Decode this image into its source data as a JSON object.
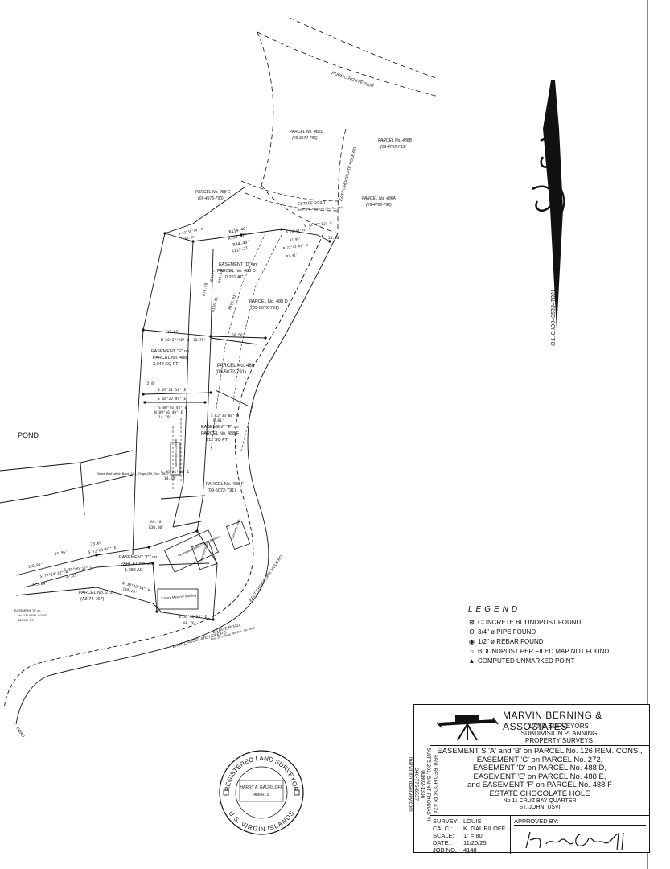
{
  "plat": {
    "road_labels": {
      "public_route": "PUBLIC ROUTE #104",
      "east_chocolate_hole_rd_top": "EAST CHOCOLATE HOLE RD.",
      "east_chocolate_hole_rd_mid": "EAST CHOCOLATE HOLE RD.",
      "east_chocolate_hole_rd_bottom": "EAST CHOCOLATE HOLE RD.",
      "estate_road_top": "ESTATE ROAD",
      "estate_road_top_ref": "Book 11-1, Page 289, Doc. No. 4843",
      "estate_road_bottom": "ESTATE ROAD",
      "estate_road_bottom_ref": "Book 11-1, Page 289, Doc. No. 4843",
      "road_left": "ROAD",
      "pond": "POND"
    },
    "parcels": [
      {
        "name": "PARCEL No. 482D",
        "id": "(09-3574-796)"
      },
      {
        "name": "PARCEL No. 486B",
        "id": "(09-4765-793)"
      },
      {
        "name": "PARCEL No. 486A",
        "id": "(09-4765-792)"
      },
      {
        "name": "PARCEL No. 488 C",
        "id": "(09-4576-790)"
      },
      {
        "name": "PARCEL No. 488 D",
        "id": "(09-5072-791)"
      },
      {
        "name": "PARCEL No. 488",
        "id": "(09-5072-791)"
      },
      {
        "name": "PARCEL No. 488 F",
        "id": "(09-5072-T91)"
      },
      {
        "name": "PARCEL No. 272",
        "id": "(A9-72-767)"
      }
    ],
    "easements": [
      {
        "label": "EASEMENT \"D\" on",
        "parcel": "PARCEL No. 488 D",
        "area": "0.262 AC."
      },
      {
        "label": "EASEMENT \"E\" on",
        "parcel": "PARCEL No. 488",
        "area": "3,042 SQ FT"
      },
      {
        "label": "EASEMENT \"F\" on",
        "parcel": "PARCEL No. 488 F",
        "area": "912 SQ FT"
      },
      {
        "label": "EASEMENT \"C\" on",
        "parcel": "PARCEL No. 272",
        "area": "1.083 AC"
      },
      {
        "label": "EASEMENT \"A\" on",
        "parcel": "No. 126 REM. CONS.",
        "area": "884 SQ. FT."
      }
    ],
    "dimensions": {
      "d1": "R114.40'",
      "d2": "A156.17'",
      "d3": "R84.40'",
      "d4": "A115.21'",
      "d5": "S 72°43'02\" E",
      "d6": "92.95'",
      "d7": "N 72°43'02\" W",
      "d8": "81.41'",
      "d9": "N 52°38'30\" E",
      "d10": "56.86'",
      "d11": "110.57'",
      "d12": "N 66°27'20\" W",
      "d13": "30.75'",
      "d14": "66.56'",
      "d15": "S 69°21'18\" E",
      "d16": "15.8'",
      "d17": "S 68°22'49\" E",
      "d18": "14.79'",
      "d19": "S 00°46'43\" E",
      "d20": "N 89°56'40\" E",
      "d21": "S 12°33'08\" W",
      "d22": "8.81'",
      "d23": "S 89°06'34\" E",
      "d24": "14.39'",
      "d25": "33.65",
      "d26": "S 72°03'02\" E",
      "d27": "34.56'",
      "d28": "S 77°24'28\" W",
      "d29": "S 85°09'12\" E",
      "d30": "37.27'",
      "d31": "128.82'",
      "d32": "125.84'",
      "d33": "N 38°42'34\" W",
      "d34": "168.24'",
      "d35": "S 56°36'34\" E",
      "d36": "86.76'",
      "d37": "A9.18'",
      "d38": "R30.00'",
      "d39": "20.00'",
      "d40": "R78.58'",
      "d41": "R156.91'",
      "d42": "R126.91'",
      "d43": "A54.77'",
      "d44": "R48.38'",
      "d45": "S 72°43'02\" E"
    },
    "building_labels": {
      "b1": "Incomplete Steel Frame Building",
      "b2": "Concrete Slab",
      "b3": "Concrete Slab",
      "b4": "2 Story Masonry Building",
      "b5": "Stone Wall & Concrete"
    },
    "neighbor_note": "Stone Wall within\nBook 11-1, Page 289,\nDoc. 4843",
    "north_arrow_label": "O.L.C.ID9–9533–T021"
  },
  "legend": {
    "title": "LEGEND",
    "items": [
      {
        "symbol": "⊠",
        "label": "CONCRETE BOUNDPOST FOUND"
      },
      {
        "symbol": "O",
        "label": "3/4\" ø PIPE FOUND"
      },
      {
        "symbol": "◉",
        "label": "1/2\" ø REBAR FOUND"
      },
      {
        "symbol": "○",
        "label": "BOUNDPOST PER FILED MAP NOT FOUND"
      },
      {
        "symbol": "▲",
        "label": "COMPUTED UNMARKED POINT"
      }
    ]
  },
  "title_block": {
    "firm_name": "MARVIN BERNING & ASSOCIATES",
    "firm_line1": "LAND SURVEYORS",
    "firm_line2": "SUBDIVISION PLANNING",
    "firm_line3": "PROPERTY SURVEYS",
    "address_line1": "6501 RED HOOK PLAZA",
    "address_line2": "SUITE 201, SAINT THOMAS VI 00802-1306",
    "address_line3": "340-775-6537  marvin@mbsurvey.com",
    "project_line1": "EASEMENT S 'A'  and 'B' on PARCEL No. 126 REM. CONS.,",
    "project_line2": "EASEMENT 'C' on PARCEL No. 272,",
    "project_line3": "EASEMENT 'D' on PARCEL No. 488 D,",
    "project_line4": "EASEMENT 'E' on PARCEL No. 488 E,",
    "project_line5": "and EASEMENT 'F' on PARCEL No. 488 F",
    "project_line6": "ESTATE CHOCOLATE HOLE",
    "project_line7": "No 11 CRUZ BAY QUARTER",
    "project_line8": "ST. JOHN, USVI",
    "survey_key": "SURVEY:",
    "survey_val": "LOUIS",
    "calc_key": "CALC.:",
    "calc_val": "K. GAURILOFF",
    "scale_key": "SCALE:",
    "scale_val": "1\" = 80'",
    "date_key": "DATE:",
    "date_val": "11/20/25",
    "job_key": "JOB NO.",
    "job_val": "4148",
    "approved_label": "APPROVED BY:"
  },
  "seal": {
    "outer_top": "REGISTERED LAND SURVEYOR",
    "outer_bottom": "U.S. VIRGIN ISLANDS",
    "name": "HARRY A. GAURILOFF",
    "license": "488 RLS"
  },
  "colors": {
    "ink": "#111111",
    "paper": "#ffffff"
  }
}
